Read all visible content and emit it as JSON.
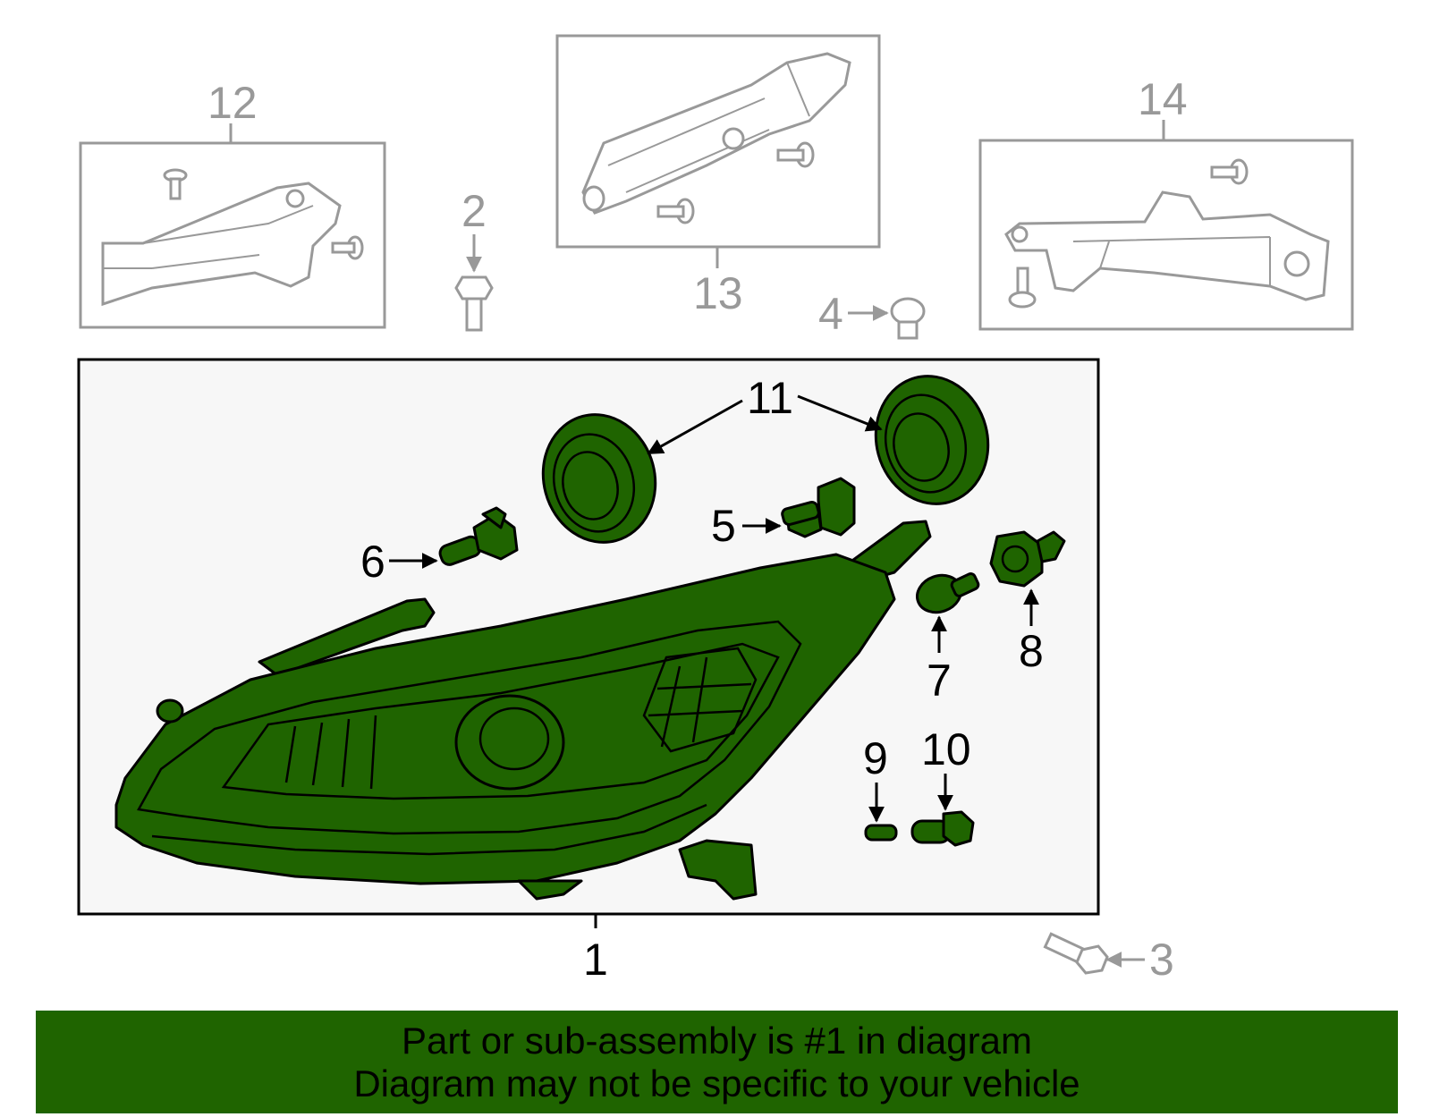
{
  "diagram": {
    "callouts": {
      "c1": "1",
      "c2": "2",
      "c3": "3",
      "c4": "4",
      "c5": "5",
      "c6": "6",
      "c7": "7",
      "c8": "8",
      "c9": "9",
      "c10": "10",
      "c11": "11",
      "c12": "12",
      "c13": "13",
      "c14": "14"
    },
    "colors": {
      "highlight": "#1f6400",
      "unhighlighted_parts": "#999999",
      "main_frame": "#000000"
    }
  },
  "footer": {
    "line1": "Part or sub-assembly is #1 in diagram",
    "line2": "Diagram may not be specific to your vehicle"
  }
}
